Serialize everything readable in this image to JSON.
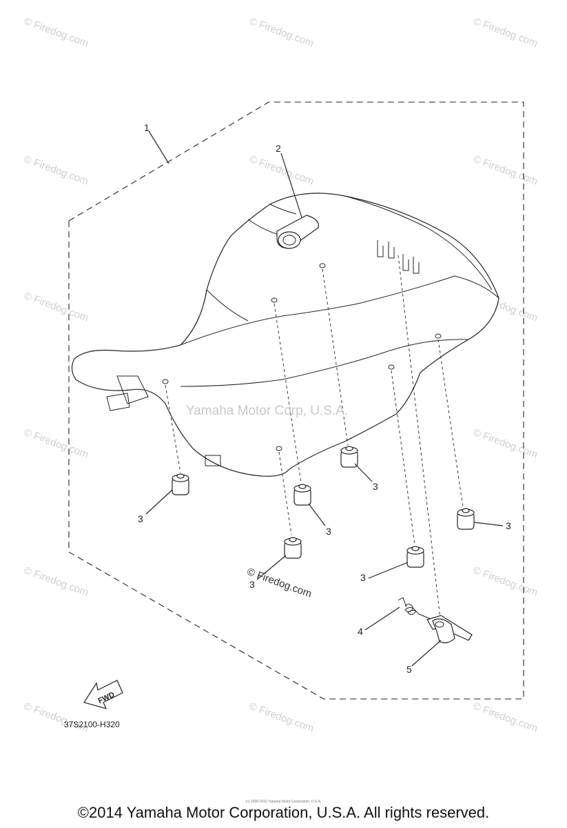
{
  "diagram": {
    "callouts": {
      "c1": "1",
      "c2": "2",
      "c3a": "3",
      "c3b": "3",
      "c3c": "3",
      "c3d": "3",
      "c3e": "3",
      "c3f": "3",
      "c4": "4",
      "c5": "5"
    },
    "fwd_label": "FWD",
    "drawing_code": "37S2100-H320",
    "center_watermark": "Yamaha Motor Corp, U.S.A.",
    "firedog_mark": "© Firedog.com",
    "tiny_credit": "(c) 2008-2016 Yamaha Motor Corporation, U.S.A.",
    "copyright": "©2014 Yamaha Motor Corporation, U.S.A. All rights reserved."
  }
}
